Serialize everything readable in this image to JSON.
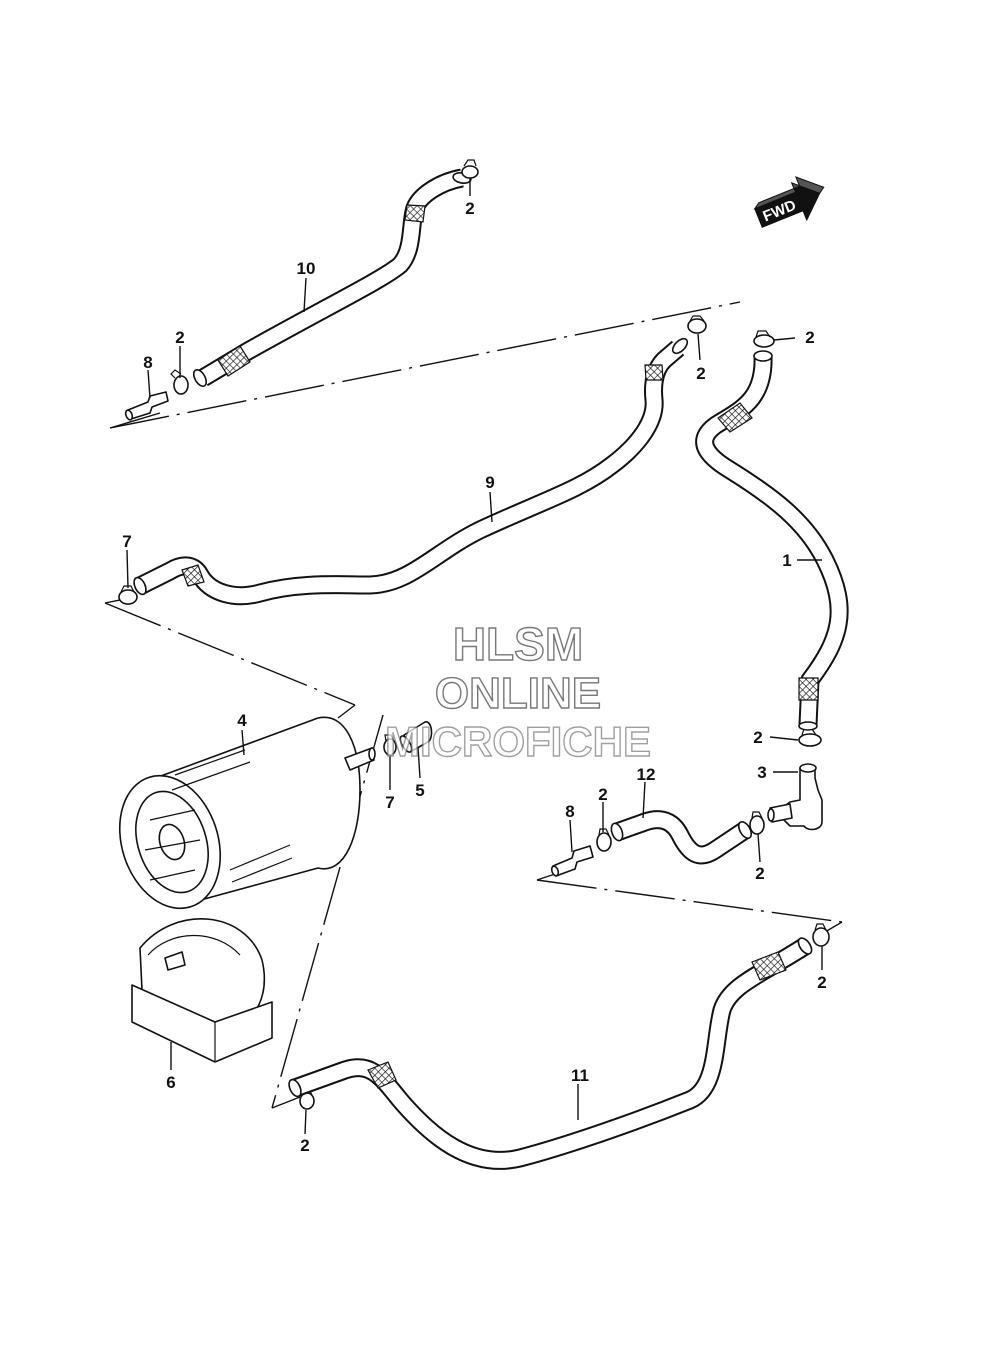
{
  "watermark": {
    "line1": "HLSM",
    "line2": "ONLINE",
    "line3": "MICROFICHE"
  },
  "fwd_indicator": "FWD",
  "callouts": {
    "c1": "1",
    "c2a": "2",
    "c2b": "2",
    "c2c": "2",
    "c2d": "2",
    "c2e": "2",
    "c2f": "2",
    "c2g": "2",
    "c2h": "2",
    "c2i": "2",
    "c3": "3",
    "c4": "4",
    "c5": "5",
    "c6": "6",
    "c7a": "7",
    "c7b": "7",
    "c8a": "8",
    "c8b": "8",
    "c9": "9",
    "c10": "10",
    "c11": "11",
    "c12": "12"
  }
}
